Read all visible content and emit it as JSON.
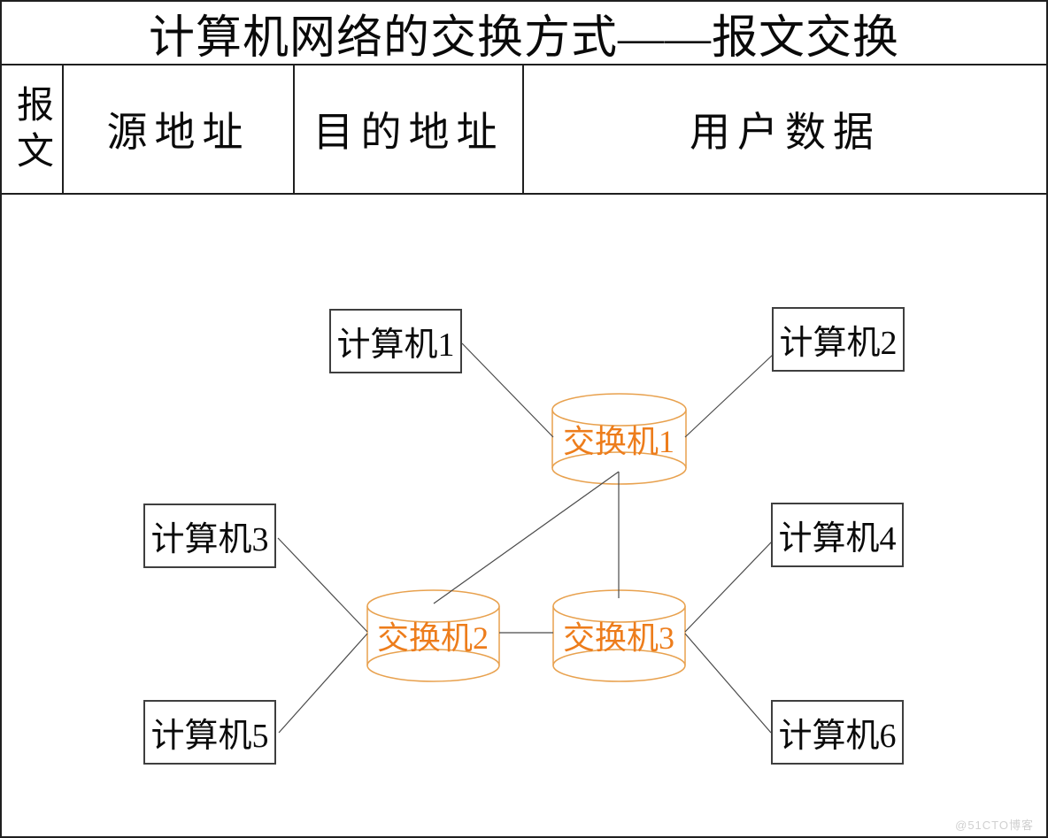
{
  "table": {
    "title": "计算机网络的交换方式——报文交换",
    "row_label": "报文",
    "columns": [
      "源地址",
      "目的地址",
      "用户数据"
    ]
  },
  "diagram": {
    "computers": [
      {
        "label": "计算机1"
      },
      {
        "label": "计算机2"
      },
      {
        "label": "计算机3"
      },
      {
        "label": "计算机4"
      },
      {
        "label": "计算机5"
      },
      {
        "label": "计算机6"
      }
    ],
    "switches": [
      {
        "label": "交换机1"
      },
      {
        "label": "交换机2"
      },
      {
        "label": "交换机3"
      }
    ],
    "colors": {
      "switch_stroke": "#E8A14E",
      "switch_text": "#ED7D1C",
      "line": "#4a4a4a",
      "box_border": "#3f3f3f",
      "table_border": "#1f1f1f",
      "watermark": "#d0d0d0"
    }
  },
  "watermark": "@51CTO博客"
}
